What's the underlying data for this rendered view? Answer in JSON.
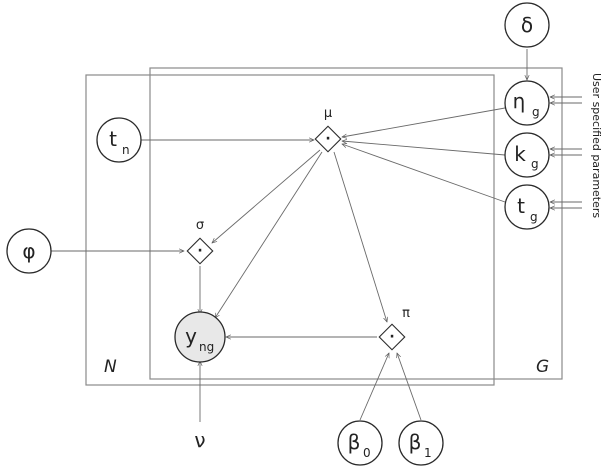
{
  "plates": {
    "N": "N",
    "G": "G"
  },
  "side_label": "User specified parameters",
  "nodes": {
    "delta": {
      "main": "δ"
    },
    "eta_g": {
      "main": "η",
      "sub": "g"
    },
    "k_g": {
      "main": "k",
      "sub": "g"
    },
    "t_g": {
      "main": "t",
      "sub": "g"
    },
    "t_n": {
      "main": "t",
      "sub": "n"
    },
    "phi": {
      "main": "φ"
    },
    "y_ng": {
      "main": "y",
      "sub": "ng"
    },
    "beta_0": {
      "main": "β",
      "sub": "0"
    },
    "beta_1": {
      "main": "β",
      "sub": "1"
    },
    "nu": {
      "main": "ν"
    }
  },
  "deterministic": {
    "mu": {
      "label": "μ",
      "symbol": "·"
    },
    "sigma": {
      "label": "σ",
      "symbol": "·"
    },
    "pi": {
      "label": "π",
      "symbol": "·"
    }
  }
}
